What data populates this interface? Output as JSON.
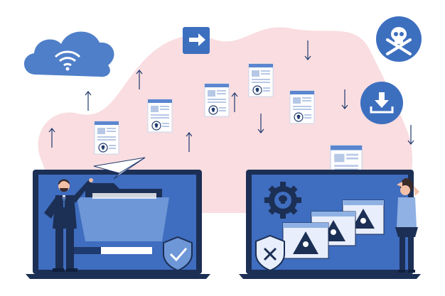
{
  "palette": {
    "blob": "#f9dde0",
    "navy": "#1f3a6e",
    "blue": "#3d6fbf",
    "blue_light": "#8fb1e3",
    "screen": "#3f6dbf",
    "doc_bg": "#ffffff",
    "doc_line": "#b7c8e6",
    "laptop_base": "#1c2f55",
    "skin": "#f2c0a8",
    "hair": "#3a2b2b"
  },
  "icons": {
    "cloud": "cloud-wifi-icon",
    "arrow_box": "arrow-right-icon",
    "skull_badge": "skull-crossbones-icon",
    "download_badge": "download-icon",
    "shield_ok": "shield-check-icon",
    "shield_bad": "shield-x-icon",
    "gear_skull": "gear-skull-icon",
    "warning": "warning-skull-icon"
  },
  "infected_documents": [
    {
      "id": "doc-1",
      "direction": "up"
    },
    {
      "id": "doc-2",
      "direction": "up"
    },
    {
      "id": "doc-3",
      "direction": "up"
    },
    {
      "id": "doc-4",
      "direction": "down"
    },
    {
      "id": "doc-5",
      "direction": "down"
    },
    {
      "id": "doc-6",
      "direction": "down"
    }
  ]
}
